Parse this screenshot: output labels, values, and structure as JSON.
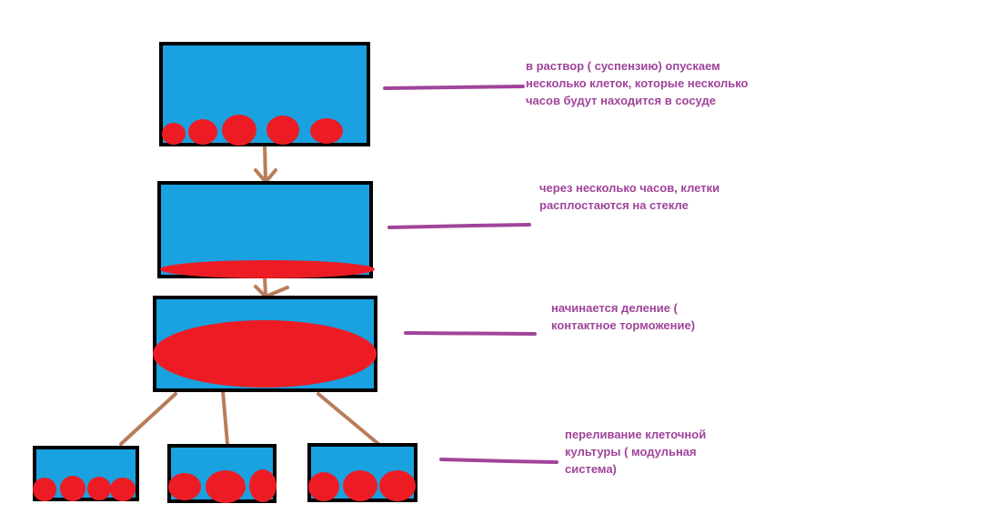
{
  "colors": {
    "vessel_fill": "#1aa1e0",
    "vessel_border": "#000000",
    "cell_fill": "#ed1c24",
    "arrow": "#b87d5b",
    "pointer_line": "#a0449a",
    "annotation_text": "#a0449a"
  },
  "annotations": [
    {
      "id": "step1",
      "lines": [
        "в раствор ( суспензию) опускаем",
        "несколько клеток, которые несколько",
        "часов будут находится в сосуде"
      ]
    },
    {
      "id": "step2",
      "lines": [
        "через несколько часов, клетки",
        "расплостаются на стекле"
      ]
    },
    {
      "id": "step3",
      "lines": [
        "начинается деление (",
        "контактное торможение)"
      ]
    },
    {
      "id": "step4",
      "lines": [
        "переливание клеточной",
        "культуры ( модульная",
        "система)"
      ]
    }
  ],
  "cell_counts": {
    "vessel_1": 5,
    "vessel_2": 1,
    "vessel_3": 1,
    "vessel_4a": 4,
    "vessel_4b": 3,
    "vessel_4c": 3
  }
}
